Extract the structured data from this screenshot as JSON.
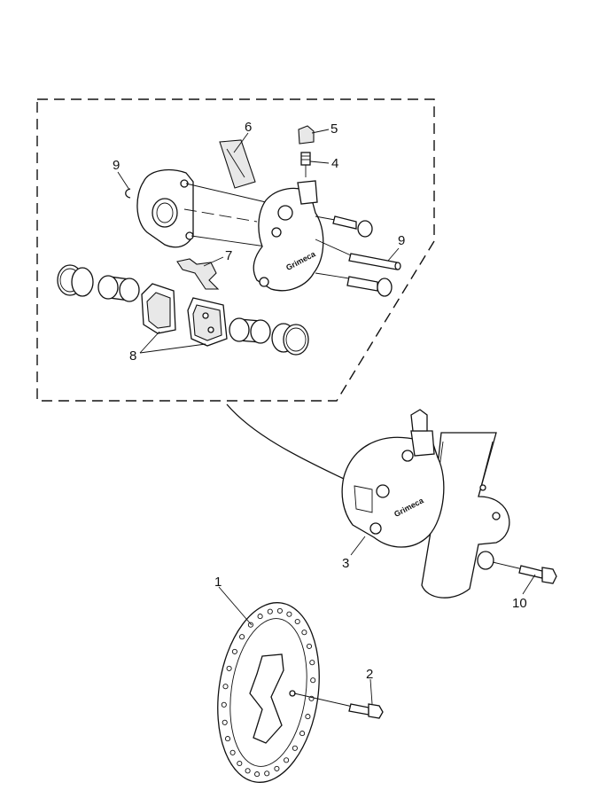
{
  "diagram": {
    "callouts": [
      {
        "id": "1",
        "text": "1"
      },
      {
        "id": "2",
        "text": "2"
      },
      {
        "id": "3",
        "text": "3"
      },
      {
        "id": "4",
        "text": "4"
      },
      {
        "id": "5",
        "text": "5"
      },
      {
        "id": "6",
        "text": "6"
      },
      {
        "id": "7",
        "text": "7"
      },
      {
        "id": "8",
        "text": "8"
      },
      {
        "id": "9a",
        "text": "9"
      },
      {
        "id": "9b",
        "text": "9"
      },
      {
        "id": "10",
        "text": "10"
      }
    ],
    "brand_marking": "Grimeca"
  }
}
